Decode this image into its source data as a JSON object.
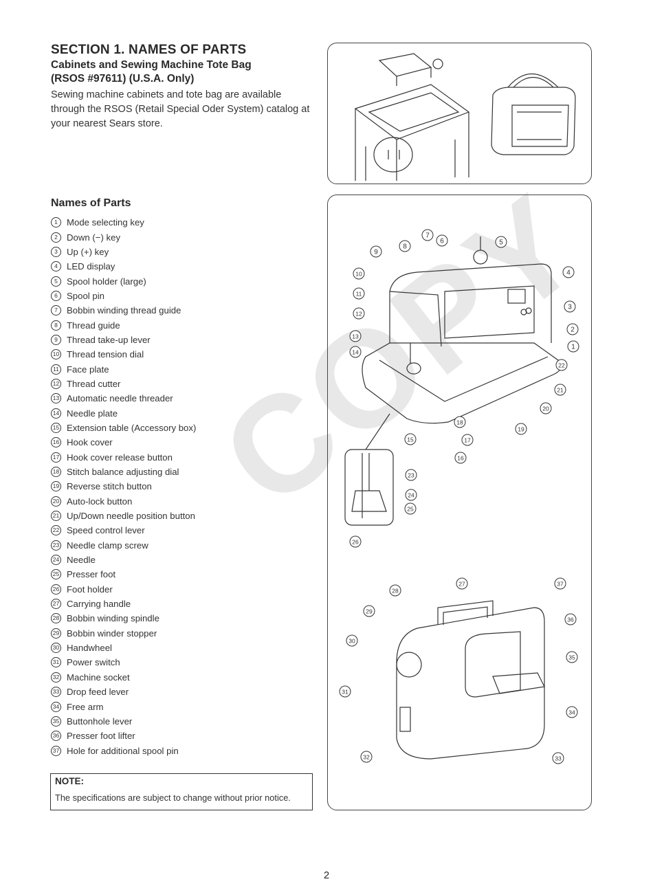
{
  "section_title": "SECTION 1. NAMES OF PARTS",
  "subtitle_line1": "Cabinets and Sewing Machine Tote Bag",
  "subtitle_line2": "(RSOS #97611) (U.S.A. Only)",
  "intro_text": "Sewing machine cabinets and tote bag are available through the RSOS (Retail Special Oder System) catalog at your nearest Sears store.",
  "parts_heading": "Names of Parts",
  "parts": [
    {
      "num": "1",
      "label": "Mode selecting key"
    },
    {
      "num": "2",
      "label": "Down (−) key"
    },
    {
      "num": "3",
      "label": "Up (+) key"
    },
    {
      "num": "4",
      "label": "LED display"
    },
    {
      "num": "5",
      "label": "Spool holder (large)"
    },
    {
      "num": "6",
      "label": "Spool pin"
    },
    {
      "num": "7",
      "label": "Bobbin winding thread guide"
    },
    {
      "num": "8",
      "label": "Thread guide"
    },
    {
      "num": "9",
      "label": "Thread take-up lever"
    },
    {
      "num": "10",
      "label": "Thread tension dial"
    },
    {
      "num": "11",
      "label": "Face plate"
    },
    {
      "num": "12",
      "label": "Thread cutter"
    },
    {
      "num": "13",
      "label": "Automatic needle threader"
    },
    {
      "num": "14",
      "label": "Needle plate"
    },
    {
      "num": "15",
      "label": "Extension table (Accessory box)"
    },
    {
      "num": "16",
      "label": "Hook cover"
    },
    {
      "num": "17",
      "label": "Hook cover release button"
    },
    {
      "num": "18",
      "label": "Stitch balance adjusting dial"
    },
    {
      "num": "19",
      "label": "Reverse stitch button"
    },
    {
      "num": "20",
      "label": "Auto-lock button"
    },
    {
      "num": "21",
      "label": "Up/Down needle position button"
    },
    {
      "num": "22",
      "label": "Speed control lever"
    },
    {
      "num": "23",
      "label": "Needle clamp screw"
    },
    {
      "num": "24",
      "label": "Needle"
    },
    {
      "num": "25",
      "label": "Presser foot"
    },
    {
      "num": "26",
      "label": "Foot holder"
    },
    {
      "num": "27",
      "label": "Carrying handle"
    },
    {
      "num": "28",
      "label": "Bobbin winding spindle"
    },
    {
      "num": "29",
      "label": "Bobbin winder stopper"
    },
    {
      "num": "30",
      "label": "Handwheel"
    },
    {
      "num": "31",
      "label": "Power switch"
    },
    {
      "num": "32",
      "label": "Machine socket"
    },
    {
      "num": "33",
      "label": "Drop feed lever"
    },
    {
      "num": "34",
      "label": "Free arm"
    },
    {
      "num": "35",
      "label": "Buttonhole lever"
    },
    {
      "num": "36",
      "label": "Presser foot lifter"
    },
    {
      "num": "37",
      "label": "Hole for additional spool pin"
    }
  ],
  "note_label": "NOTE:",
  "note_text": "The specifications are subject to change without prior notice.",
  "watermark": "COPY",
  "page_number": "2",
  "callouts_front": [
    "1",
    "2",
    "3",
    "4",
    "5",
    "6",
    "7",
    "8",
    "9",
    "10",
    "11",
    "12",
    "13",
    "14",
    "15",
    "16",
    "17",
    "18",
    "19",
    "20",
    "21",
    "22"
  ],
  "callouts_foot": [
    "23",
    "24",
    "25",
    "26"
  ],
  "callouts_back": [
    "27",
    "28",
    "29",
    "30",
    "31",
    "32",
    "33",
    "34",
    "35",
    "36",
    "37"
  ]
}
